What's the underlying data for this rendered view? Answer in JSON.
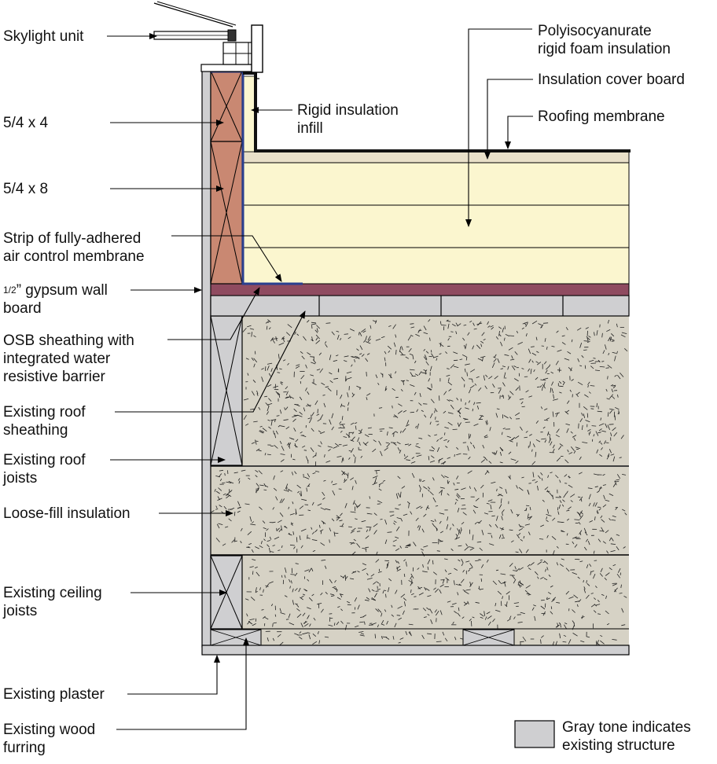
{
  "colors": {
    "polyiso": "#fbf6cf",
    "cover_board": "#e9e0c9",
    "membrane_strip": "#2a3f8f",
    "existing_structure": "#cfcfd1",
    "cellulose": "#d6d2c5",
    "nailer": "#c98872",
    "base_layer": "#8f4b60",
    "roofing_membrane": "#111111"
  },
  "labels": {
    "skylight_unit": "Skylight unit",
    "nailer_54x4": "5/4 x 4",
    "nailer_54x8": "5/4 x 8",
    "strip_membrane": [
      "Strip of fully-adhered",
      "air control membrane"
    ],
    "gypsum_frac": "1/2",
    "gypsum": [
      "” gypsum wall",
      "board"
    ],
    "osb": [
      "OSB sheathing with",
      "integrated water",
      "resistive barrier"
    ],
    "existing_roof_sheathing": [
      "Existing roof",
      "sheathing"
    ],
    "existing_roof_joists": [
      "Existing roof",
      "joists"
    ],
    "loose_fill": "Loose-fill insulation",
    "existing_ceiling_joists": [
      "Existing ceiling",
      "joists"
    ],
    "existing_plaster": "Existing plaster",
    "existing_wood_furring": [
      "Existing wood",
      "furring"
    ],
    "polyiso": [
      "Polyisocyanurate",
      "rigid foam insulation"
    ],
    "insulation_cover_board": "Insulation cover board",
    "roofing_membrane": "Roofing membrane",
    "rigid_infill": [
      "Rigid insulation",
      "infill"
    ]
  },
  "legend": {
    "text": [
      "Gray tone indicates",
      "existing structure"
    ]
  }
}
